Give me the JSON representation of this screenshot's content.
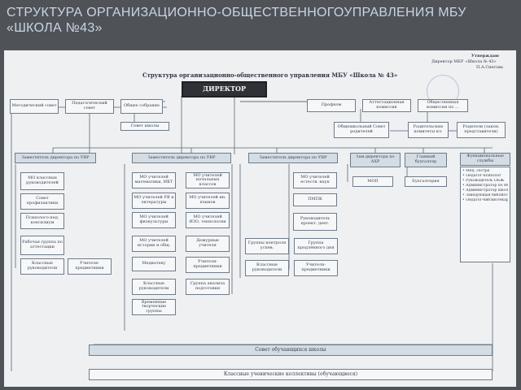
{
  "slide_title": "СТРУКТУРА ОРГАНИЗАЦИОННО-ОБЩЕСТВЕННОГОУПРАВЛЕНИЯ МБУ «ШКОЛА №43»",
  "approval": {
    "line1": "Утверждаю",
    "line2": "Директор МБУ «Школа № 43»",
    "line3": "П.А.Снегова"
  },
  "doc_title": "Структура организационно-общественного управления МБУ «Школа № 43»",
  "director": "ДИРЕКТОР",
  "top_left": [
    "Методический совет",
    "Педагогический совет",
    "Общее собрание",
    "Совет школы"
  ],
  "top_right": [
    "Профком",
    "Аттестационная комиссия",
    "Общественная комиссия по …"
  ],
  "right_mid": [
    "Общешкольный Совет родителей",
    "Родительские комитеты кл.",
    "Родители (закон. представители)"
  ],
  "deputies": [
    "Заместитель директора по УВР",
    "Заместитель директора по УВР",
    "Заместитель директора по УВР",
    "Зам.директора по АХР",
    "Главный бухгалтер",
    "Функциональные службы"
  ],
  "col1": [
    "МО классных руководителей",
    "Совет профилактики",
    "Психолого-пед. консилиум",
    "Рабочая группа по аттестации",
    "Классные руководители",
    "Учителя-предметники"
  ],
  "col2": [
    "МО учителей математики, ИКТ",
    "МО учителей начальных классов",
    "МО учителей РЯ и литературы",
    "МО учителей ин. языков",
    "МО учителей физкультуры",
    "МО учителей ИЗО, технологии",
    "МО учителей истории и общ.",
    "Дежурные учителя",
    "Медиатеку",
    "Учителя-предметники",
    "Классные руководители",
    "Группа анализа подготовки",
    "Временные творческие группы"
  ],
  "col3": [
    "МО учителей естеств. наук",
    "ПМПК",
    "Руководитель проект. деят.",
    "Группы контроля успев.",
    "Группа продлённого дня",
    "Классные руководители",
    "Учителя-предметники"
  ],
  "col4": [
    "МОП",
    "Бухгалтерия"
  ],
  "services": [
    "• Мед. сестра",
    "• Педагог-психолог",
    "• Руководитель ОБЖ",
    "• Администратор по ИКТ",
    "• Администратор школьного сайта",
    "• Заведующая библиотекой",
    "• Педагог-библиотекарь"
  ],
  "council": "Совет обучающихся школы",
  "collectives": "Классные ученические коллективы (обучающиеся)"
}
